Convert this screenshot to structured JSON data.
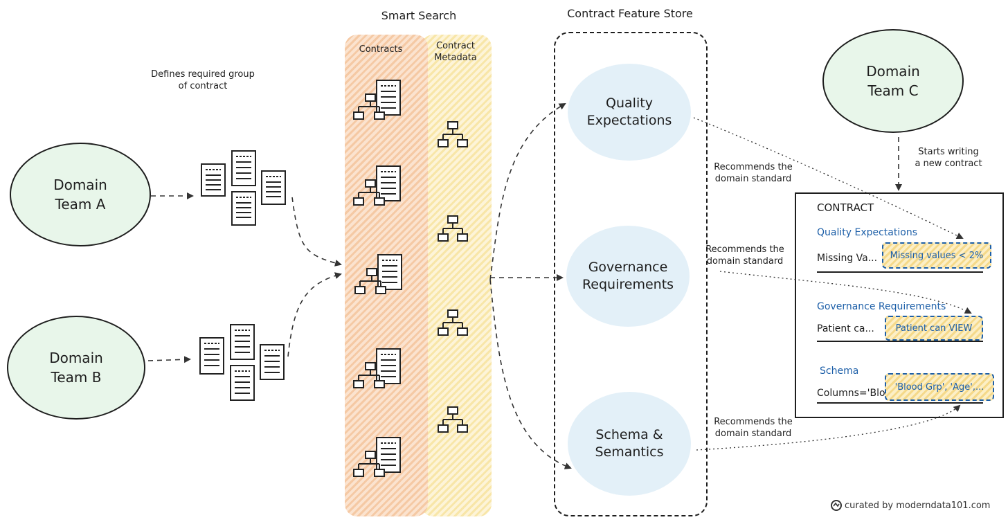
{
  "headers": {
    "smart_search": "Smart Search",
    "feature_store": "Contract Feature Store",
    "contracts_col": "Contracts",
    "metadata_col_line1": "Contract",
    "metadata_col_line2": "Metadata"
  },
  "teams": {
    "a_line1": "Domain",
    "a_line2": "Team A",
    "b_line1": "Domain",
    "b_line2": "Team B",
    "c_line1": "Domain",
    "c_line2": "Team C"
  },
  "annotations": {
    "defines_line1": "Defines required group",
    "defines_line2": "of contract",
    "starts_line1": "Starts writing",
    "starts_line2": "a new contract",
    "rec_line1": "Recommends the",
    "rec_line2": "domain standard"
  },
  "features": {
    "quality_line1": "Quality",
    "quality_line2": "Expectations",
    "gov_line1": "Governance",
    "gov_line2": "Requirements",
    "schema_line1": "Schema &",
    "schema_line2": "Semantics"
  },
  "contract": {
    "title": "CONTRACT",
    "quality_title": "Quality Expectations",
    "quality_field": "Missing Va...",
    "quality_value": "Missing values < 2%",
    "gov_title": "Governance Requirements",
    "gov_field": "Patient ca...",
    "gov_value": "Patient can VIEW",
    "schema_title": "Schema",
    "schema_field": "Columns='Blo...",
    "schema_value": "'Blood Grp', 'Age',..."
  },
  "footer": {
    "credit": "curated by moderndata101.com"
  },
  "colors": {
    "team_fill": "#e8f6ea",
    "feature_fill": "#e3f0f8",
    "contracts_fill": "#f5c9a4",
    "metadata_fill": "#f8e6a8",
    "accent_blue": "#1d5fa8"
  }
}
